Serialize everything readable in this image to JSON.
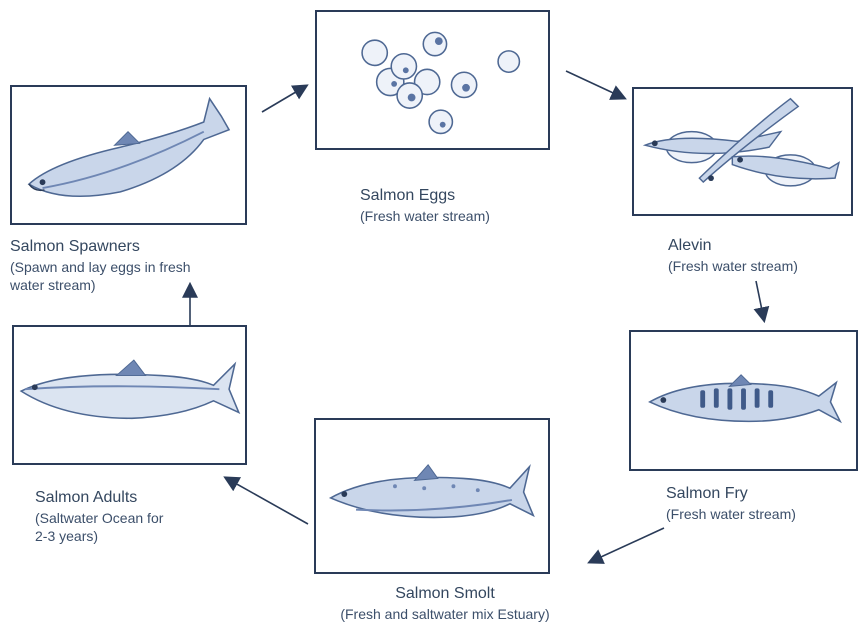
{
  "stages": {
    "eggs": {
      "title": "Salmon Eggs",
      "sub": "(Fresh water stream)"
    },
    "alevin": {
      "title": "Alevin",
      "sub": "(Fresh water stream)"
    },
    "fry": {
      "title": "Salmon Fry",
      "sub": "(Fresh water stream)"
    },
    "smolt": {
      "title": "Salmon Smolt",
      "sub": "(Fresh and saltwater mix Estuary)"
    },
    "adults": {
      "title": "Salmon Adults",
      "sub1": "(Saltwater Ocean for",
      "sub2": "2-3 years)"
    },
    "spawners": {
      "title": "Salmon Spawners",
      "sub1": "(Spawn and lay eggs in fresh",
      "sub2": "water stream)"
    }
  },
  "colors": {
    "ink": "#2a3b58",
    "fish": "#6f87b4",
    "fish_light": "#c9d6ea",
    "text": "#3c4f6a"
  }
}
